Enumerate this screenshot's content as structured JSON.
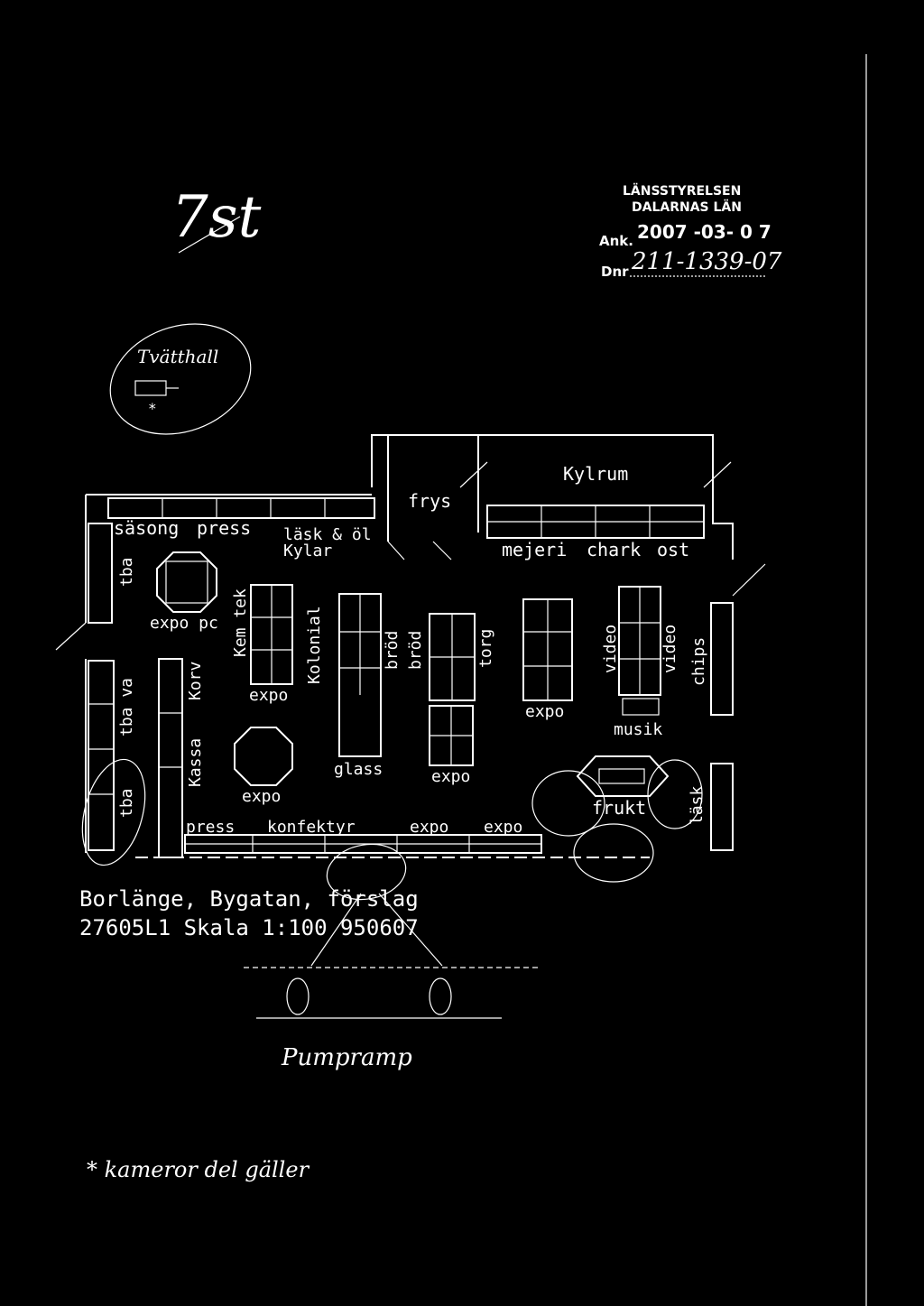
{
  "stamp": {
    "authority_line1": "LÄNSSTYRELSEN",
    "authority_line2": "DALARNAS LÄN",
    "ank_label": "Ank.",
    "ank_date": "2007 -03- 0 7",
    "dnr_label": "Dnr",
    "dnr_value": "211-1339-07"
  },
  "handwriting": {
    "initials": "7st",
    "tvatthall": "Tvätthall",
    "tvatthall_star": "*",
    "pumpramp": "Pumpramp",
    "footnote": "* kameror del gäller"
  },
  "labels": {
    "kylrum": "Kylrum",
    "frys": "frys",
    "mejeri": "mejeri",
    "chark": "chark",
    "ost": "ost",
    "sasong": "säsong",
    "press_top": "press",
    "lask_ol": "läsk & öl",
    "kylar": "Kylar",
    "tba_top": "tba",
    "expo_pc": "expo pc",
    "kem_tek": "Kem tek",
    "expo_mid": "expo",
    "kolonial": "Kolonial",
    "brod1": "bröd",
    "brod2": "bröd",
    "torg": "torg",
    "video1": "video",
    "video2": "video",
    "chips": "chips",
    "expo_right": "expo",
    "musik": "musik",
    "tba_va": "tba va",
    "korv": "Korv",
    "kassa": "Kassa",
    "expo_octagon": "expo",
    "glass": "glass",
    "expo_low": "expo",
    "tba_low": "tba",
    "frukt": "frukt",
    "lask": "läsk",
    "press_bottom": "press",
    "konfektyr": "konfektyr",
    "expo_b1": "expo",
    "expo_b2": "expo"
  },
  "caption": {
    "line1": "Borlänge, Bygatan, förslag",
    "line2": "27605L1  Skala 1:100  950607"
  }
}
